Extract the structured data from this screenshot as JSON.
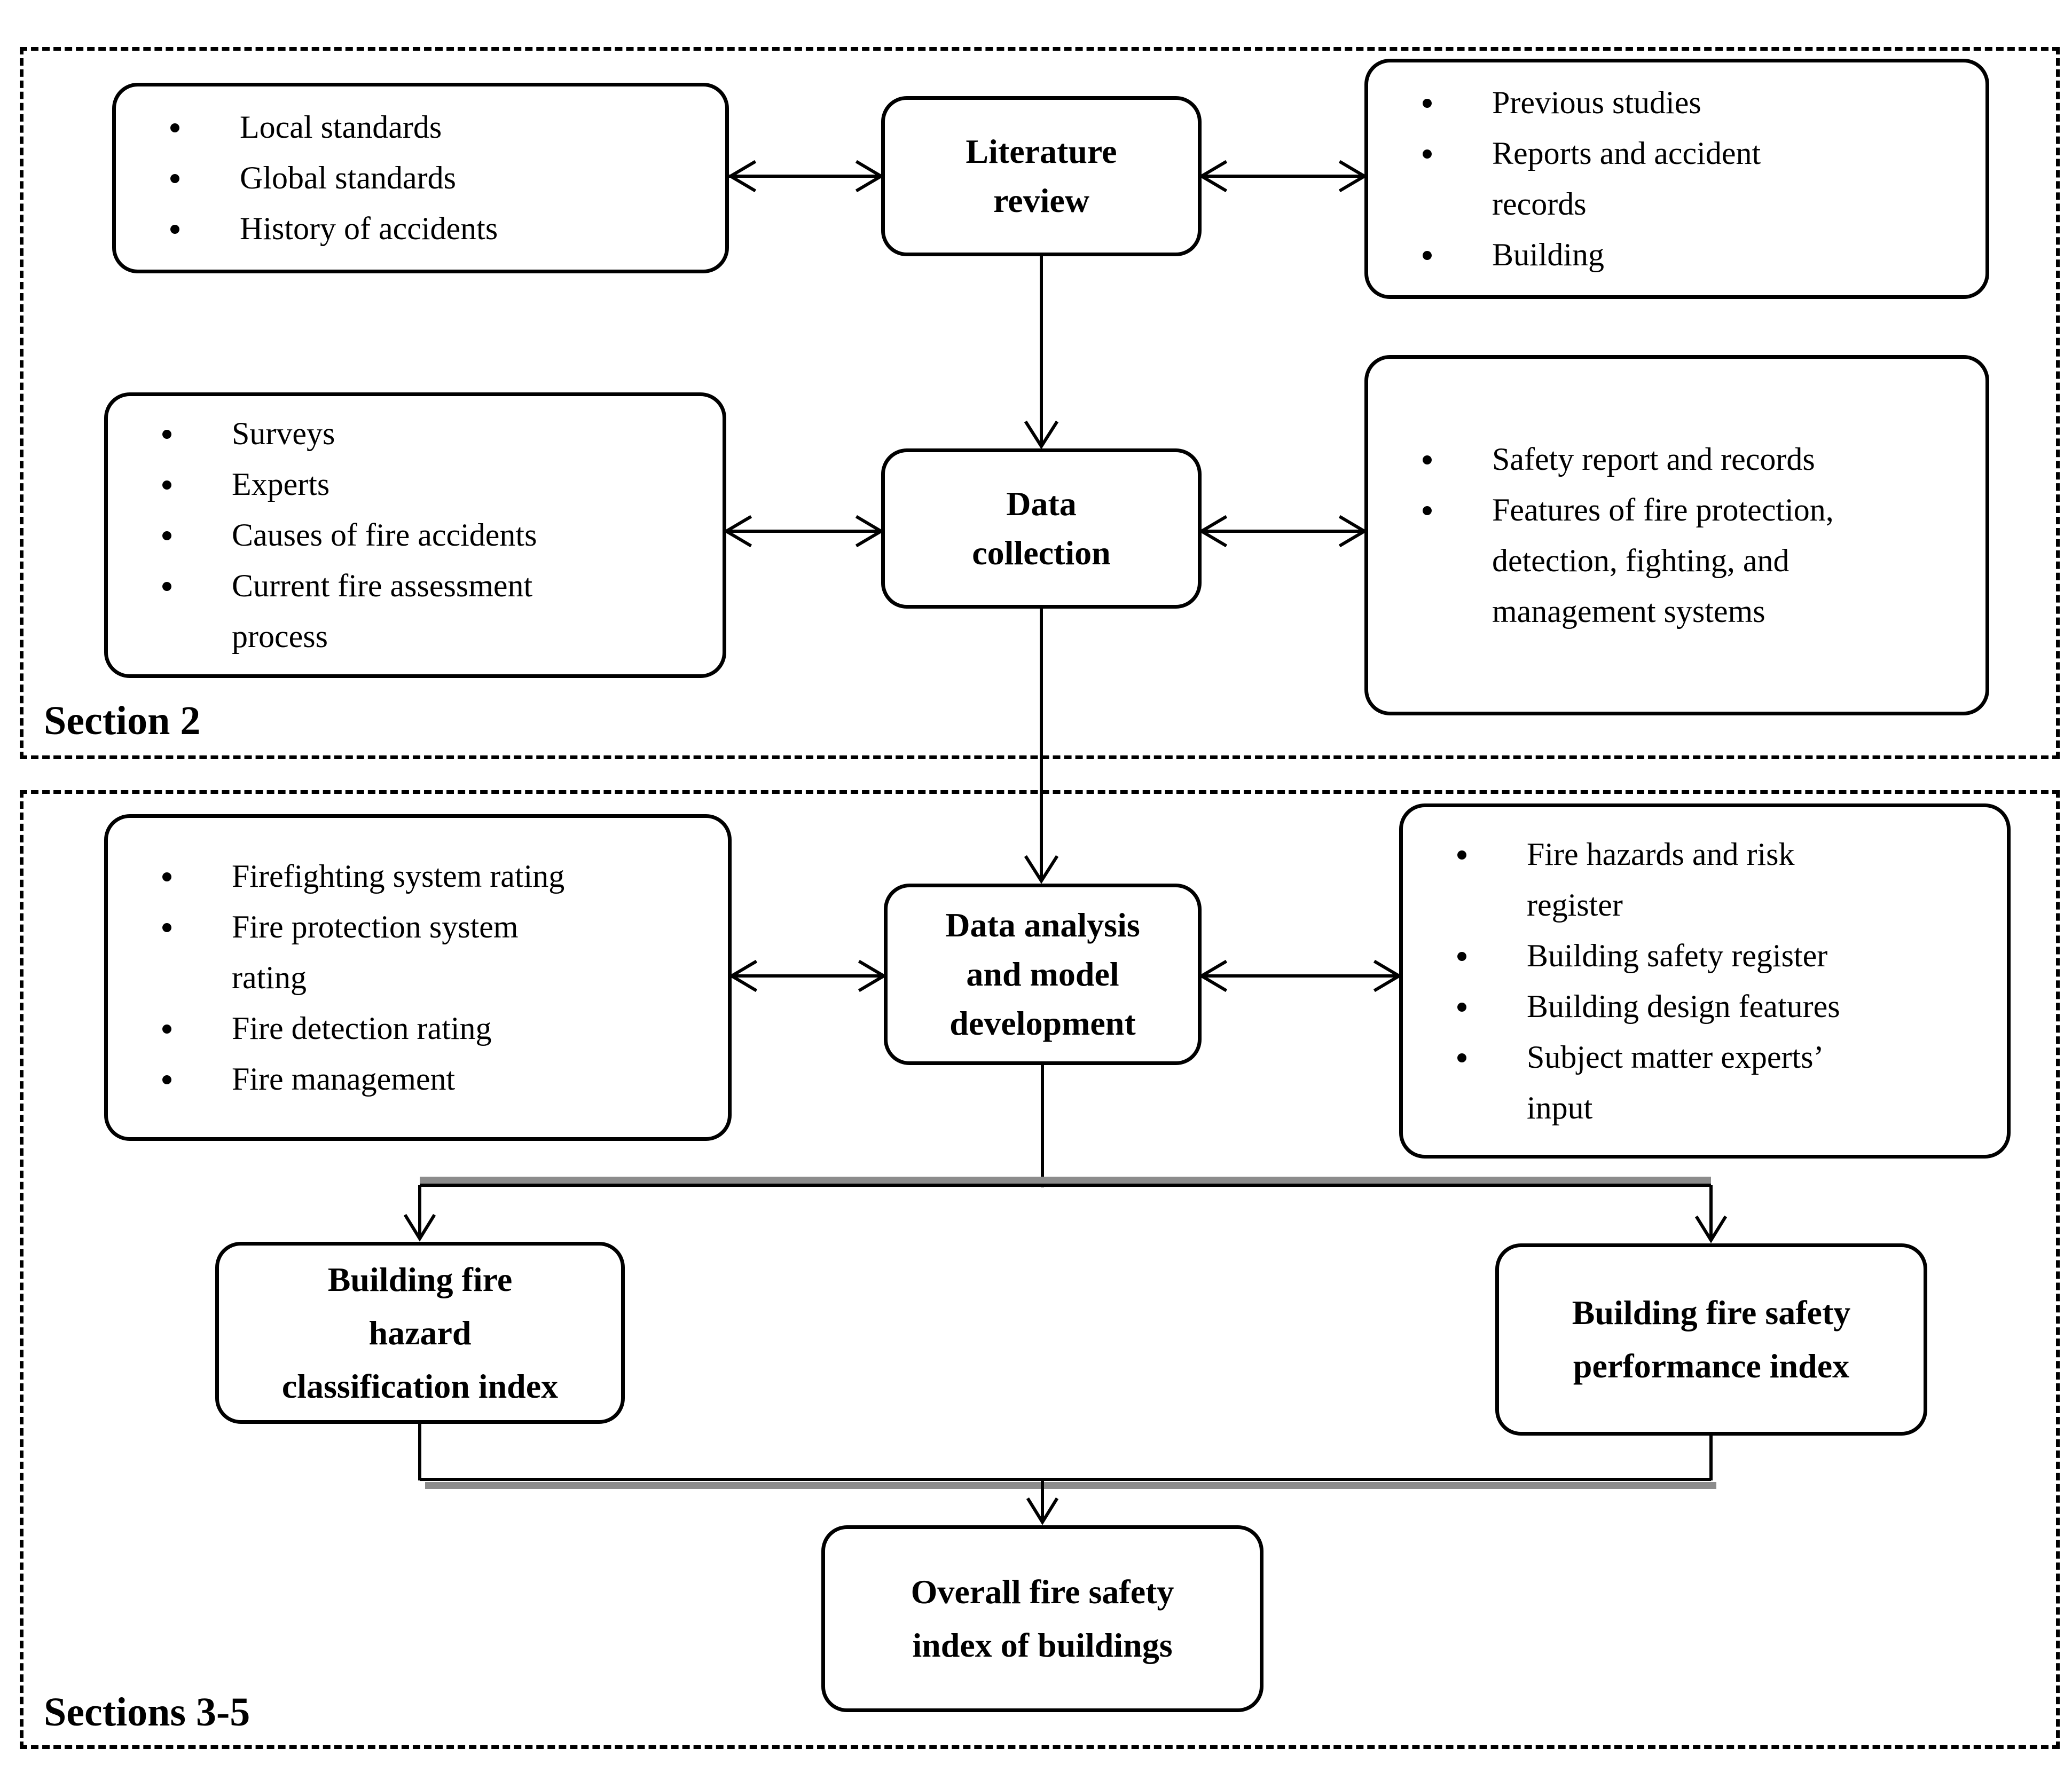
{
  "diagram": {
    "sections": [
      {
        "label": "Section 2"
      },
      {
        "label": "Sections 3-5"
      }
    ],
    "rows": [
      {
        "left": {
          "items": [
            "Local standards",
            "Global standards",
            "History of accidents"
          ]
        },
        "center": {
          "label": "Literature\nreview"
        },
        "right": {
          "items": [
            "Previous studies",
            "Reports and accident\nrecords",
            "Building"
          ]
        }
      },
      {
        "left": {
          "items": [
            "Surveys",
            "Experts",
            "Causes of fire accidents",
            "Current fire assessment\nprocess"
          ]
        },
        "center": {
          "label": "Data\ncollection"
        },
        "right": {
          "items": [
            "Safety report and records",
            "Features of fire protection,\ndetection, fighting, and\nmanagement systems"
          ]
        }
      },
      {
        "left": {
          "items": [
            "Firefighting system rating",
            "Fire protection system\nrating",
            "Fire detection rating",
            "Fire management"
          ]
        },
        "center": {
          "label": "Data analysis\nand model\ndevelopment"
        },
        "right": {
          "items": [
            "Fire hazards and risk\nregister",
            "Building safety register",
            "Building design features",
            "Subject matter experts’\ninput"
          ]
        }
      }
    ],
    "outputs": {
      "hazard_index": "Building fire\nhazard\nclassification index",
      "performance_index": "Building fire safety\nperformance index",
      "overall_index": "Overall fire safety\nindex of buildings"
    },
    "colors": {
      "line": "#000000",
      "shadow": "#8c8c8c",
      "background": "#ffffff"
    }
  }
}
